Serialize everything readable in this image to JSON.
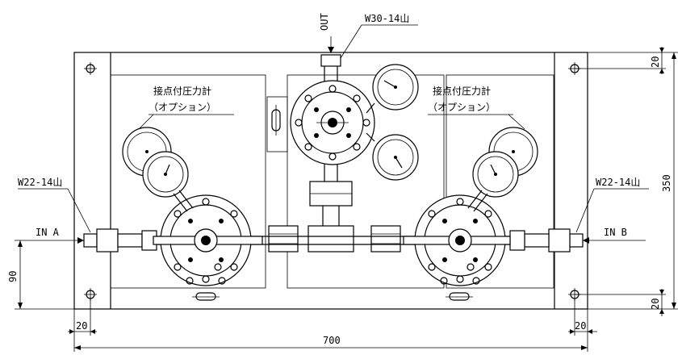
{
  "labels": {
    "out": "OUT",
    "out_thread": "W30-14山",
    "in_a": "IN A",
    "in_b": "IN B",
    "in_a_thread": "W22-14山",
    "in_b_thread": "W22-14山",
    "gauge_left_line1": "接点付圧力計",
    "gauge_left_line2": "（オプション）",
    "gauge_right_line1": "接点付圧力計",
    "gauge_right_line2": "（オプション）"
  },
  "dimensions": {
    "overall_width": "700",
    "overall_height": "350",
    "top_margin": "20",
    "bottom_margin": "20",
    "inlet_height": "90",
    "left_margin": "20",
    "right_margin": "20"
  }
}
